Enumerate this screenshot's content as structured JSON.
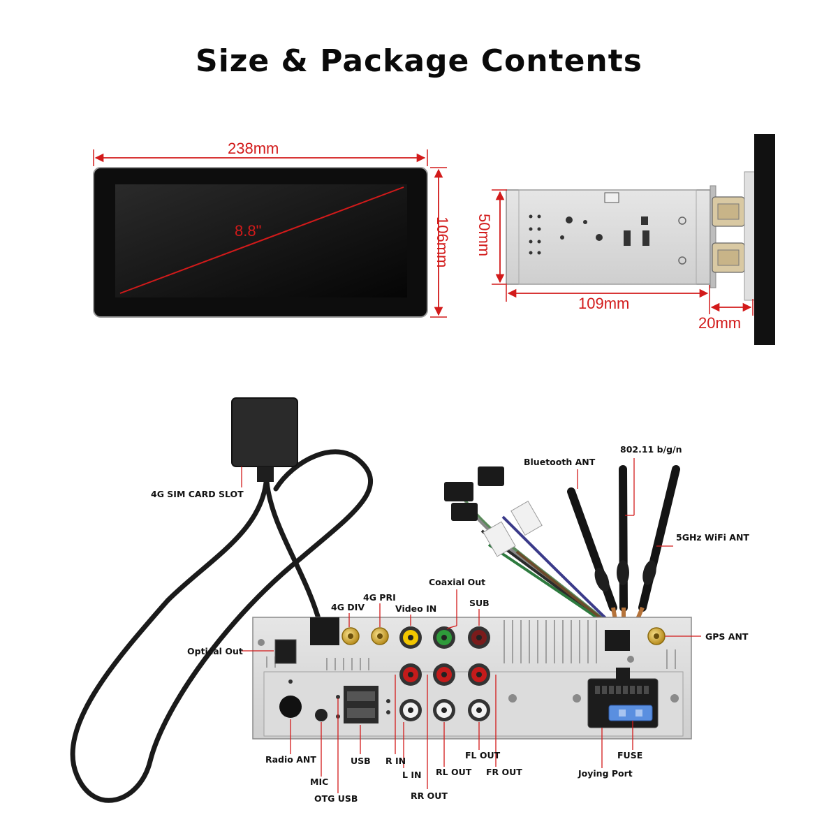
{
  "page": {
    "title": "Size & Package Contents"
  },
  "dimensions": {
    "front_width": "238mm",
    "front_height": "106mm",
    "screen_diagonal": "8.8\"",
    "side_height": "50mm",
    "side_depth": "109mm",
    "side_bezel": "20mm"
  },
  "ports": {
    "sim_slot": "4G SIM CARD SLOT",
    "bluetooth_ant": "Bluetooth ANT",
    "wifi_80211": "802.11 b/g/n",
    "wifi_5ghz": "5GHz WiFi ANT",
    "coaxial_out": "Coaxial Out",
    "g4_pri": "4G PRI",
    "g4_div": "4G DIV",
    "video_in": "Video IN",
    "sub": "SUB",
    "gps_ant": "GPS ANT",
    "optical_out": "Optical Out",
    "radio_ant": "Radio ANT",
    "mic": "MIC",
    "otg_usb": "OTG USB",
    "usb": "USB",
    "r_in": "R IN",
    "l_in": "L IN",
    "rr_out": "RR OUT",
    "rl_out": "RL OUT",
    "fl_out": "FL OUT",
    "fr_out": "FR OUT",
    "joying_port": "Joying Port",
    "fuse": "FUSE"
  },
  "colors": {
    "dimension_red": "#d21a1a",
    "rca_yellow": "#f2c600",
    "rca_green": "#2e9a3a",
    "rca_red": "#c51b1b",
    "rca_white": "#f2f2f2",
    "fuse_blue": "#5a8fe0"
  }
}
